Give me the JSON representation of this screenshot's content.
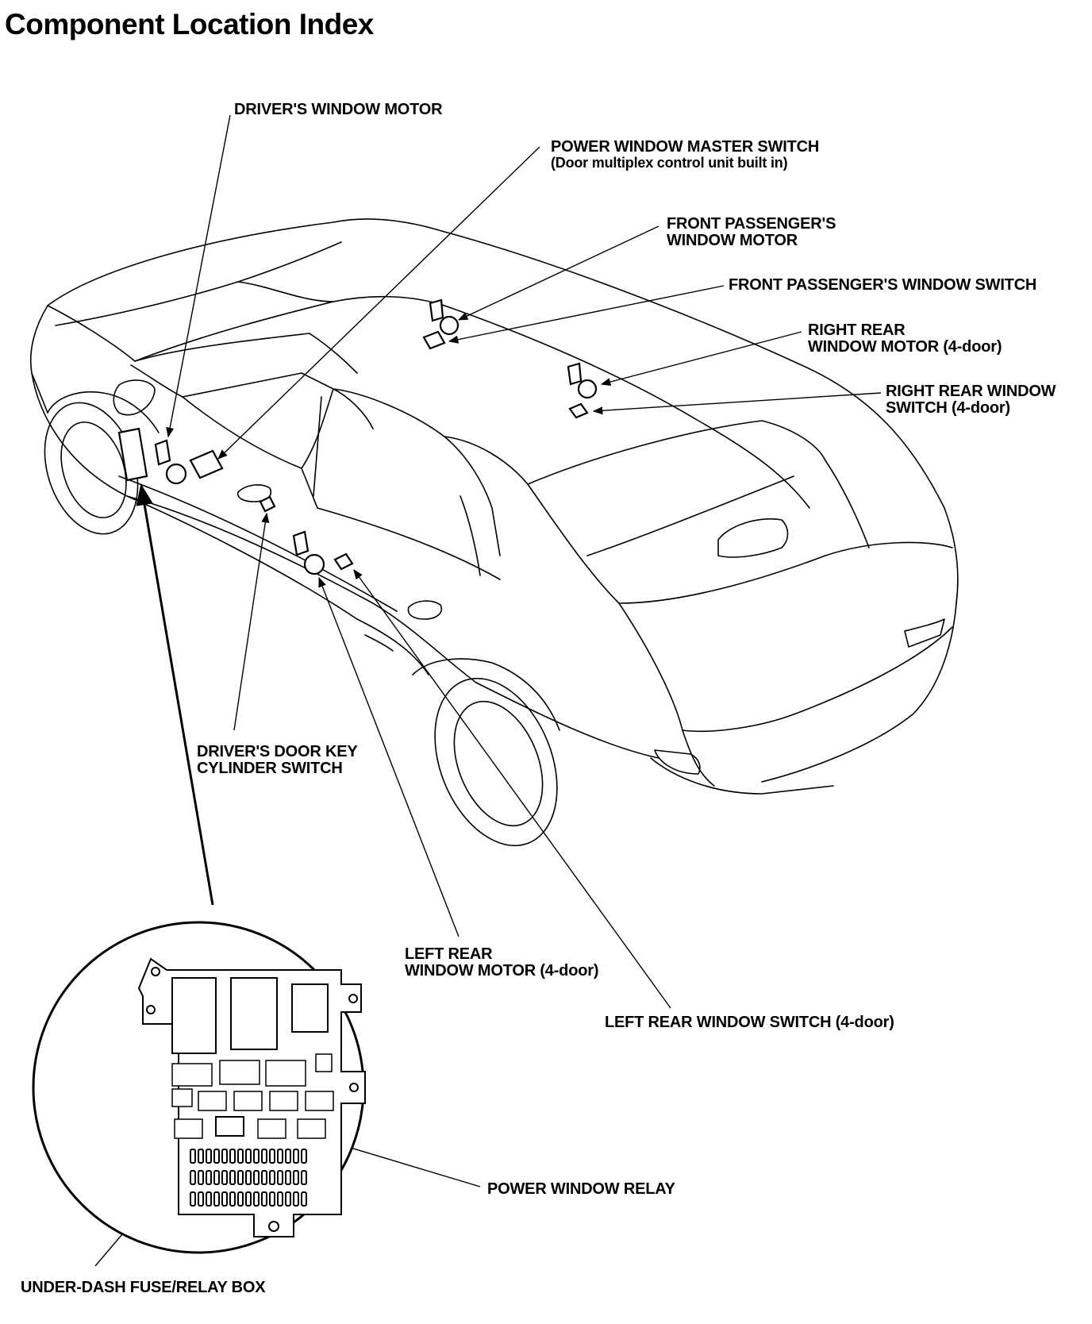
{
  "title": "Component Location Index",
  "labels": {
    "drivers_window_motor": [
      "DRIVER'S WINDOW MOTOR"
    ],
    "power_window_master_switch": [
      "POWER WINDOW MASTER SWITCH"
    ],
    "power_window_master_switch_sub": "(Door multiplex control unit built in)",
    "front_passengers_window_motor": [
      "FRONT PASSENGER'S",
      "WINDOW MOTOR"
    ],
    "front_passengers_window_switch": [
      "FRONT PASSENGER'S WINDOW SWITCH"
    ],
    "right_rear_window_motor": [
      "RIGHT REAR",
      "WINDOW MOTOR (4-door)"
    ],
    "right_rear_window_switch": [
      "RIGHT REAR WINDOW",
      "SWITCH (4-door)"
    ],
    "drivers_door_key_cylinder_switch": [
      "DRIVER'S DOOR KEY",
      "CYLINDER SWITCH"
    ],
    "left_rear_window_motor": [
      "LEFT REAR",
      "WINDOW MOTOR (4-door)"
    ],
    "left_rear_window_switch": [
      "LEFT REAR WINDOW SWITCH (4-door)"
    ],
    "power_window_relay": [
      "POWER WINDOW RELAY"
    ],
    "under_dash_fuse_relay_box": [
      "UNDER-DASH FUSE/RELAY BOX"
    ]
  }
}
